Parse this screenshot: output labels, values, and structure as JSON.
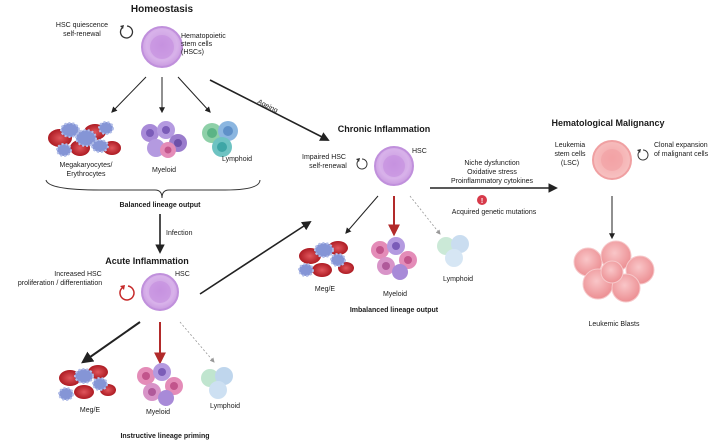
{
  "homeostasis": {
    "title": "Homeostasis",
    "quiescence_line1": "HSC quiescence",
    "quiescence_line2": "self-renewal",
    "hsc_line1": "Hematopoietic",
    "hsc_line2": "stem cells",
    "hsc_line3": "(HSCs)",
    "mega_line1": "Megakaryocytes/",
    "mega_line2": "Erythrocytes",
    "myeloid": "Myeloid",
    "lymphoid": "Lymphoid",
    "balanced": "Balanced lineage output",
    "infection": "Infection",
    "ageing": "Ageing"
  },
  "acute": {
    "title": "Acute Inflammation",
    "increased_line1": "Increased HSC",
    "increased_line2": "proliferation / differentiation",
    "hsc": "HSC",
    "mege": "Meg/E",
    "myeloid": "Myeloid",
    "lymphoid": "Lymphoid",
    "priming": "Instructive lineage priming"
  },
  "chronic": {
    "title": "Chronic Inflammation",
    "impaired_line1": "Impaired HSC",
    "impaired_line2": "self-renewal",
    "hsc": "HSC",
    "mege": "Meg/E",
    "myeloid": "Myeloid",
    "lymphoid": "Lymphoid",
    "imbalanced": "Imbalanced lineage output",
    "niche1": "Niche dysfunction",
    "niche2": "Oxidative stress",
    "niche3": "Proinflammatory cytokines",
    "mutations": "Acquired genetic mutations",
    "warning_glyph": "!"
  },
  "malignancy": {
    "title": "Hematological Malignancy",
    "lsc_line1": "Leukemia",
    "lsc_line2": "stem cells",
    "lsc_line3": "(LSC)",
    "clonal_line1": "Clonal expansion",
    "clonal_line2": "of malignant cells",
    "blasts": "Leukemic Blasts"
  },
  "colors": {
    "hsc_fill": "#d2a8e6",
    "hsc_core": "#ba86d4",
    "rbc": "#c8262e",
    "mega": "#7d8fd0",
    "myeloid": "#a88ad8",
    "myeloid_pink": "#e48cb8",
    "lymphoid_green": "#8ed0a8",
    "lymphoid_blue": "#8bb6e0",
    "lsc_fill": "#f3b0b0",
    "blast": "#f1a2a4",
    "arrow": "#222222",
    "red_arrow": "#b22a2a",
    "warning": "#d73a4a"
  }
}
